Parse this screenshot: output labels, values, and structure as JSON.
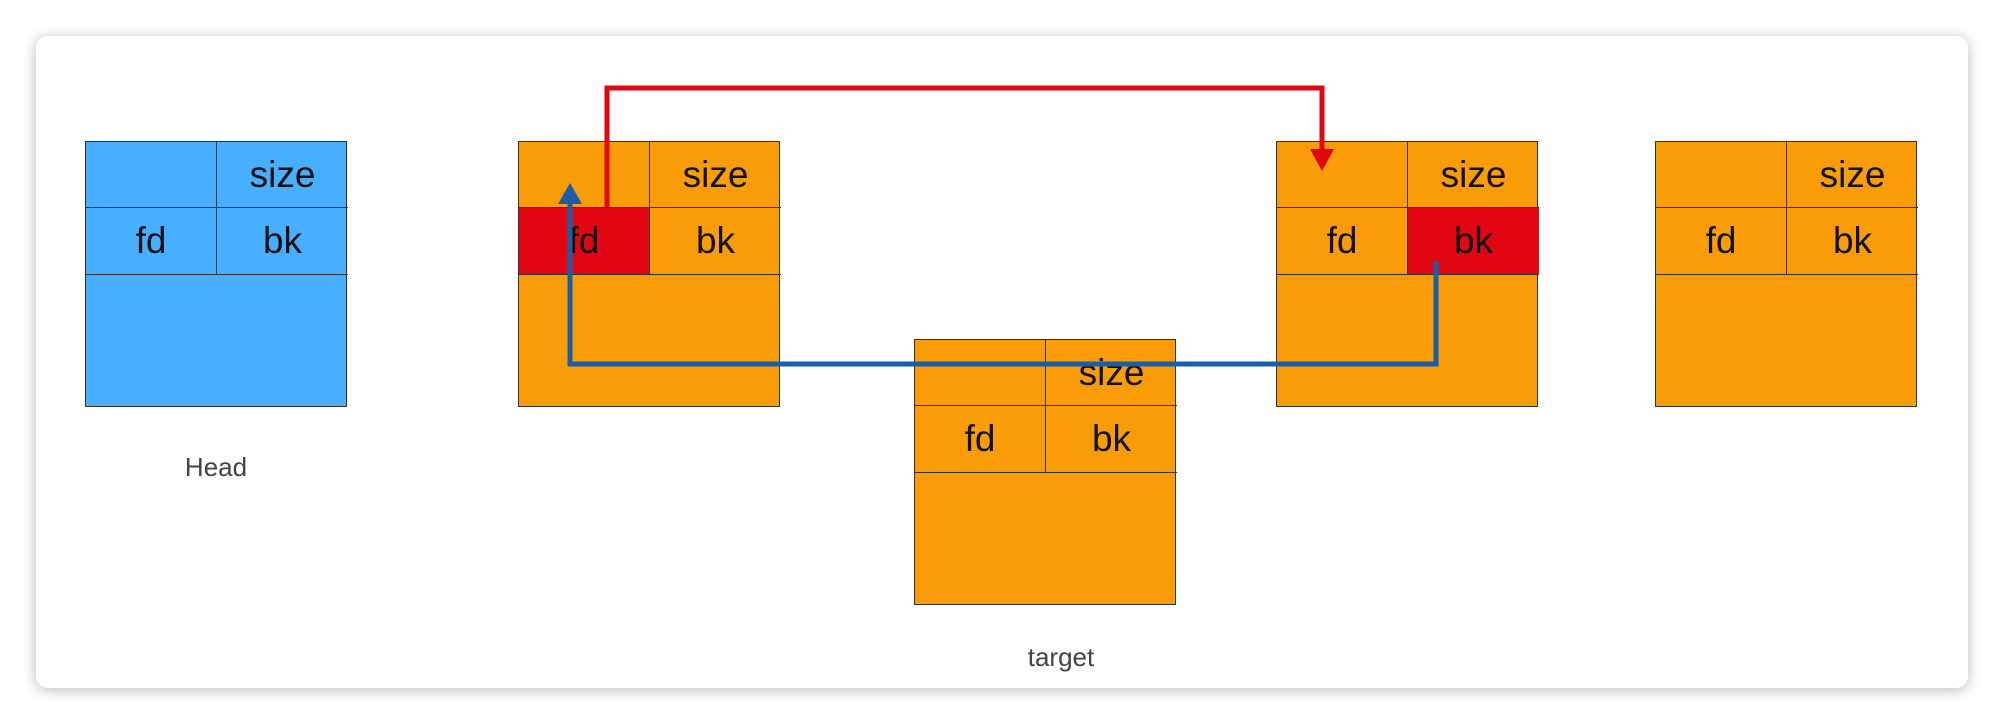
{
  "colors": {
    "head_fill": "#48aeff",
    "chunk_fill": "#f99c08",
    "highlight": "#e20613",
    "fd_link_arrow": "#e20613",
    "bk_link_arrow": "#1a5ea8"
  },
  "head": {
    "size": "size",
    "fd": "fd",
    "bk": "bk",
    "caption": "Head"
  },
  "chunk_a": {
    "size": "size",
    "fd": "fd",
    "bk": "bk"
  },
  "chunk_b": {
    "size": "size",
    "fd": "fd",
    "bk": "bk"
  },
  "chunk_c": {
    "size": "size",
    "fd": "fd",
    "bk": "bk"
  },
  "target": {
    "size": "size",
    "fd": "fd",
    "bk": "bk",
    "caption": "target"
  }
}
